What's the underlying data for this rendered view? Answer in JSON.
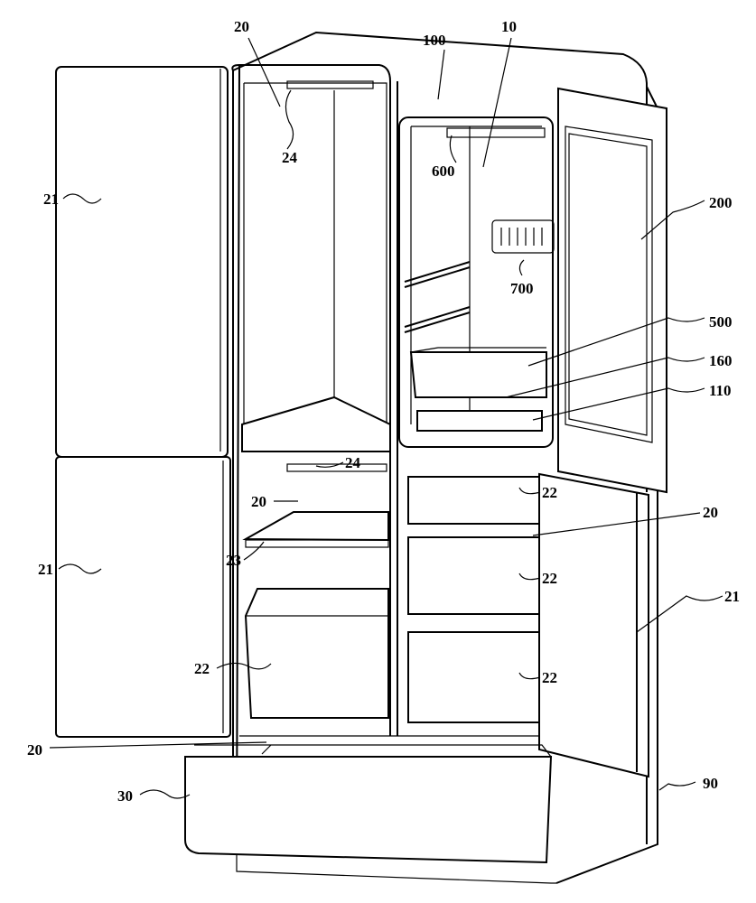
{
  "figure": {
    "subject": "refrigerator",
    "labels": {
      "compartment_upper_left": "20",
      "cabinet": "100",
      "compartment_upper_right": "10",
      "light_upper_left": "24",
      "light_upper_right": "600",
      "door_upper_left": "21",
      "door_upper_right": "200",
      "vent": "700",
      "drawer_upper_right": "500",
      "partition": "160",
      "tray": "110",
      "light_middle_left": "24",
      "compartment_middle_left": "20",
      "drawer_right_1": "22",
      "compartment_right": "20",
      "door_lower_left": "21",
      "shelf": "23",
      "drawer_right_2": "22",
      "door_lower_right": "21",
      "drawer_left": "22",
      "drawer_right_3": "22",
      "compartment_bottom": "20",
      "bottom_drawer": "30",
      "side_panel": "90"
    }
  }
}
